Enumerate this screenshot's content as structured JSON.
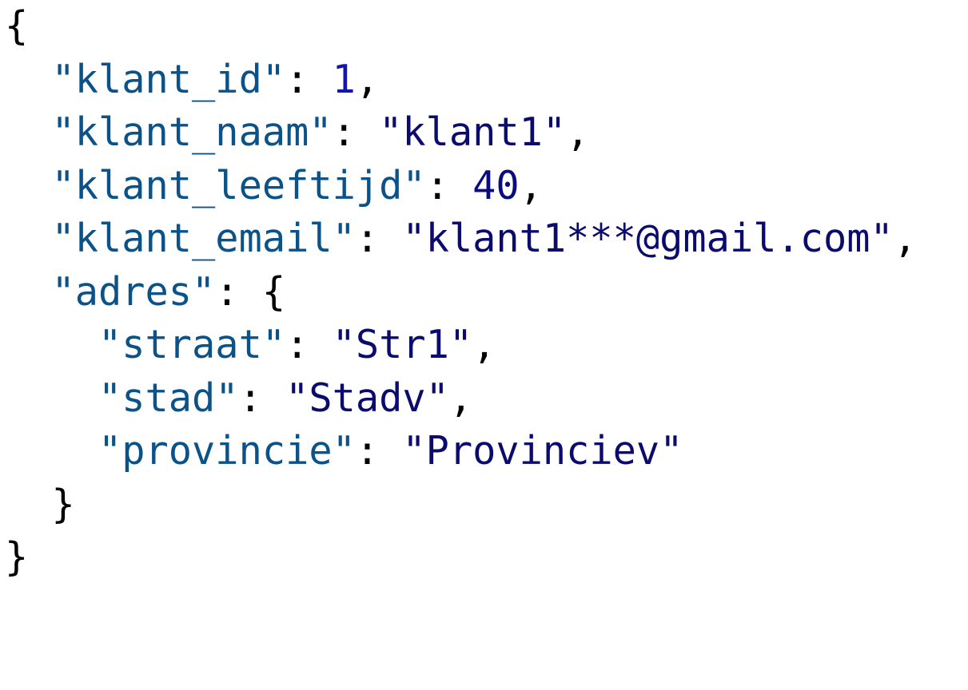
{
  "json_code": {
    "klant_id": {
      "key": "\"klant_id\"",
      "value": "1"
    },
    "klant_naam": {
      "key": "\"klant_naam\"",
      "value": "\"klant1\""
    },
    "klant_leeftijd": {
      "key": "\"klant_leeftijd\"",
      "value": "40"
    },
    "klant_email": {
      "key": "\"klant_email\"",
      "value": "\"klant1***@gmail.com\""
    },
    "adres": {
      "key": "\"adres\""
    },
    "straat": {
      "key": "\"straat\"",
      "value": "\"Str1\""
    },
    "stad": {
      "key": "\"stad\"",
      "value": "\"Stadv\""
    },
    "provincie": {
      "key": "\"provincie\"",
      "value": "\"Provinciev\""
    }
  },
  "colors": {
    "key": "#0b5288",
    "string": "#0b0b6e",
    "number": "#1414b0",
    "punctuation": "#000000"
  }
}
